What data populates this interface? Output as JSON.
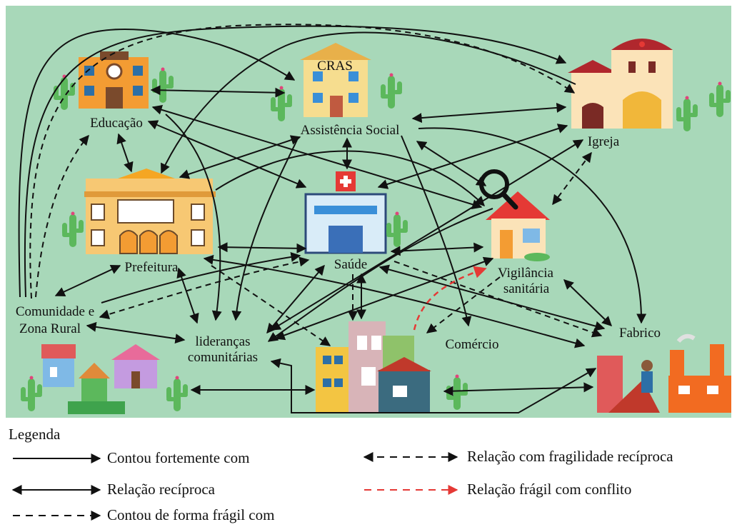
{
  "nodes": {
    "educacao": "Educação",
    "cras": "CRAS",
    "assistencia": "Assistência Social",
    "igreja": "Igreja",
    "prefeitura": "Prefeitura",
    "saude": "Saúde",
    "vigilancia_1": "Vigilância",
    "vigilancia_2": "sanitária",
    "comunidade_1": "Comunidade e",
    "comunidade_2": "Zona Rural",
    "liderancas_1": "lideranças",
    "liderancas_2": "comunitárias",
    "comercio": "Comércio",
    "fabrico": "Fabrico"
  },
  "legend": {
    "title": "Legenda",
    "items": [
      {
        "key": "strong",
        "label": "Contou fortemente com",
        "style": "solid",
        "heads": "end",
        "color": "#111111"
      },
      {
        "key": "reciprocal",
        "label": "Relação recíproca",
        "style": "solid",
        "heads": "both",
        "color": "#111111"
      },
      {
        "key": "fragile",
        "label": "Contou de forma frágil com",
        "style": "dashed",
        "heads": "end",
        "color": "#111111"
      },
      {
        "key": "fragile_reciprocal",
        "label": "Relação com fragilidade recíproca",
        "style": "dashed",
        "heads": "both",
        "color": "#111111"
      },
      {
        "key": "conflict",
        "label": "Relação frágil com conflito",
        "style": "dashed",
        "heads": "end",
        "color": "#e53935"
      }
    ]
  },
  "colors": {
    "background": "#a8d8b9",
    "cactus": "#5cb85c",
    "conflict": "#e53935"
  },
  "icons": [
    "school-icon",
    "cras-building-icon",
    "church-icon",
    "city-hall-icon",
    "hospital-icon",
    "inspection-house-icon",
    "village-houses-icon",
    "apartment-buildings-icon",
    "factory-icon",
    "weaver-icon",
    "cactus-icon",
    "magnifier-icon"
  ]
}
